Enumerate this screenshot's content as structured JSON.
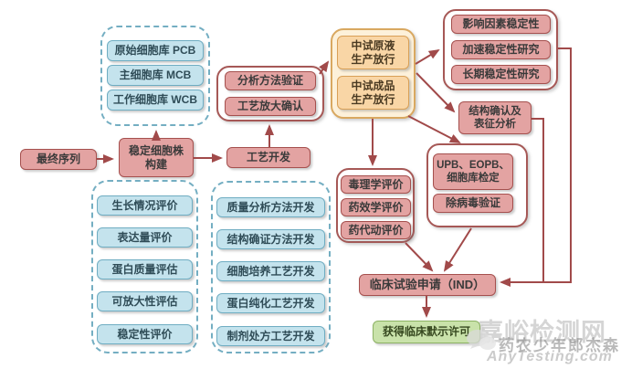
{
  "colors": {
    "pink_fill": "#e3a3a2",
    "pink_border": "#a5504e",
    "blue_fill": "#c4e3ed",
    "blue_border": "#6fadc2",
    "orange_fill": "#f9d6a6",
    "orange_border": "#d9a057",
    "orange_group_fill": "#fdf1da",
    "green_fill": "#c9e2aa",
    "green_border": "#8db264",
    "arrow": "#a14a4a"
  },
  "nodes": {
    "final_sequence": "最终序列",
    "stable_cell_line": "稳定细胞株\n构建",
    "process_dev": "工艺开发",
    "structure_confirm": "结构确认及\n表征分析",
    "ind": "临床试验申请（IND）",
    "approval": "获得临床默示许可"
  },
  "groups": {
    "cell_banks": [
      "原始细胞库 PCB",
      "主细胞库 MCB",
      "工作细胞库 WCB"
    ],
    "cell_line_evals": [
      "生长情况评价",
      "表达量评价",
      "蛋白质量评估",
      "可放大性评估",
      "稳定性评价"
    ],
    "analysis_validation": [
      "分析方法验证",
      "工艺放大确认"
    ],
    "process_dev_items": [
      "质量分析方法开发",
      "结构确证方法开发",
      "细胞培养工艺开发",
      "蛋白纯化工艺开发",
      "制剂处方工艺开发"
    ],
    "pilot_release": [
      "中试原液\n生产放行",
      "中试成品\n生产放行"
    ],
    "stability_studies": [
      "影响因素稳定性",
      "加速稳定性研究",
      "长期稳定性研究"
    ],
    "cell_bank_tests": [
      "UPB、EOPB、\n细胞库检定",
      "除病毒验证"
    ],
    "preclinical_evals": [
      "毒理学评价",
      "药效学评价",
      "药代动评价"
    ]
  },
  "watermark": {
    "site_name": "嘉峪检测网",
    "author": "药农少年郎杰森",
    "site_url": "AnyTesting.com"
  }
}
